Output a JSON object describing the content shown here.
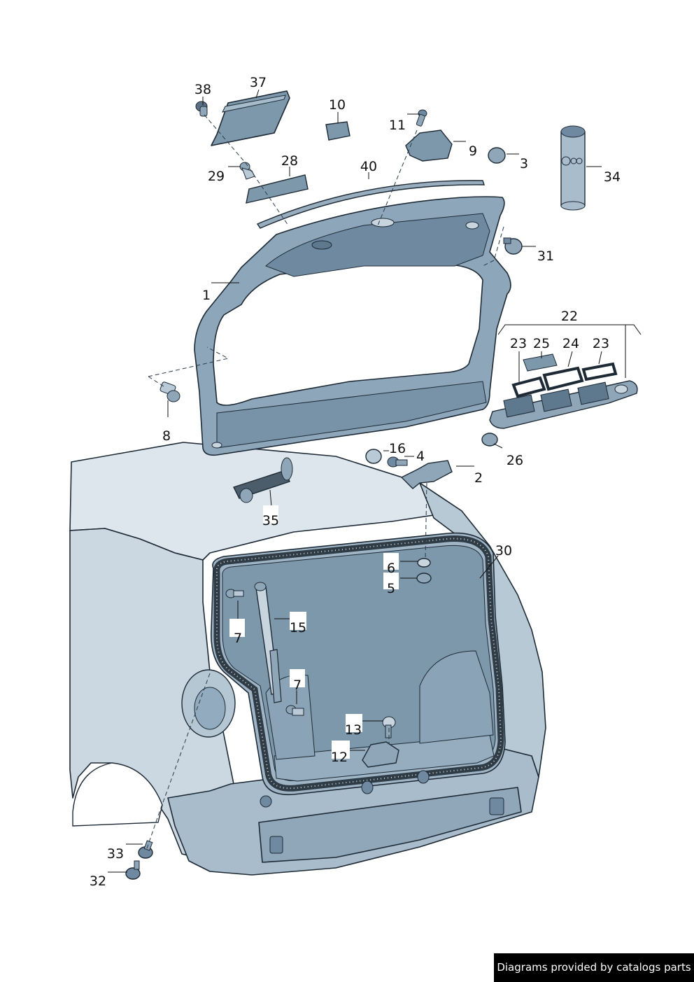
{
  "diagram": {
    "colors": {
      "body_light": "#dde6ec",
      "body_mid": "#a9bccb",
      "body_dark": "#7d97ab",
      "outline": "#1d2a36",
      "seal": "#3a4650"
    },
    "callouts": {
      "c1": "1",
      "c2": "2",
      "c3": "3",
      "c4": "4",
      "c5": "5",
      "c6": "6",
      "c7a": "7",
      "c7b": "7",
      "c8": "8",
      "c9": "9",
      "c10": "10",
      "c11": "11",
      "c12": "12",
      "c13": "13",
      "c15": "15",
      "c16": "16",
      "c22": "22",
      "c23a": "23",
      "c23b": "23",
      "c24": "24",
      "c25": "25",
      "c26": "26",
      "c28": "28",
      "c29": "29",
      "c30": "30",
      "c31": "31",
      "c32": "32",
      "c33": "33",
      "c34": "34",
      "c35": "35",
      "c37": "37",
      "c38": "38",
      "c40": "40"
    }
  },
  "footer": {
    "credit": "Diagrams provided by catalogs parts"
  }
}
